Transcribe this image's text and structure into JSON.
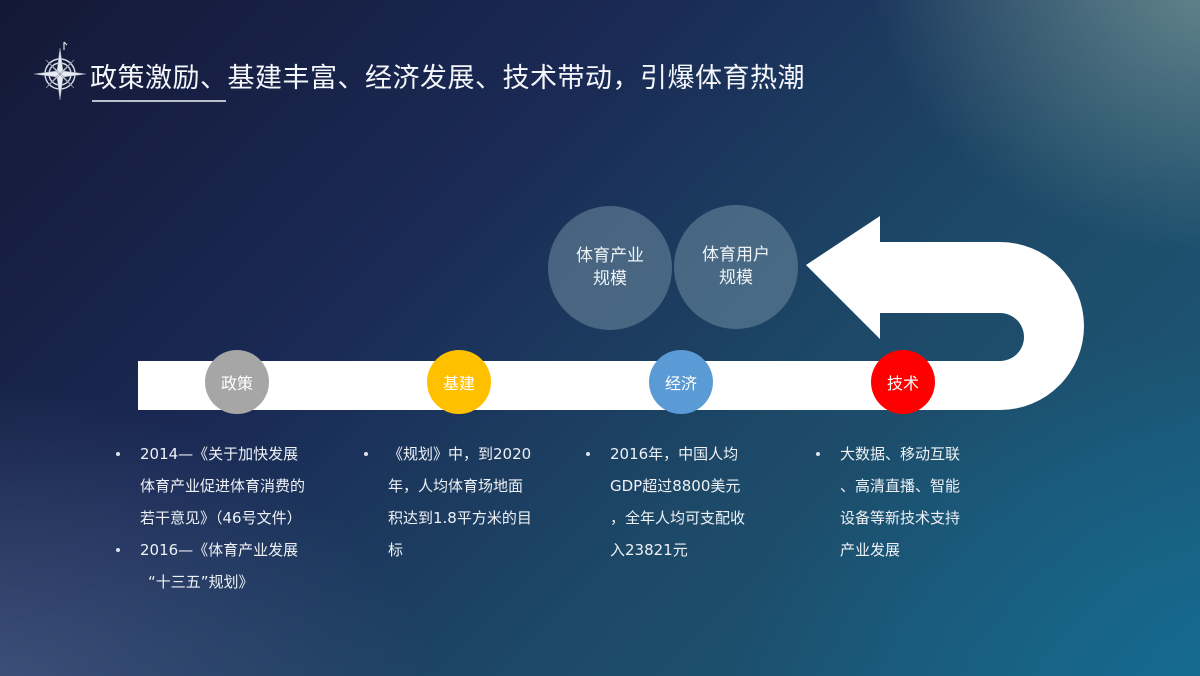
{
  "slide": {
    "title": "政策激励、基建丰富、经济发展、技术带动，引爆体育热潮",
    "icons": {
      "logo": "compass-rose-icon"
    },
    "colors": {
      "road": "#ffffff",
      "bubble": "#6e8ca0",
      "policy": "#a6a6a6",
      "infrastructure": "#ffc000",
      "economy": "#5b9bd5",
      "technology": "#ff0000"
    }
  },
  "outcomes": [
    {
      "line1": "体育产业",
      "line2": "规模"
    },
    {
      "line1": "体育用户",
      "line2": "规模"
    }
  ],
  "nodes": [
    {
      "label": "政策"
    },
    {
      "label": "基建"
    },
    {
      "label": "经济"
    },
    {
      "label": "技术"
    }
  ],
  "columns": {
    "policy": {
      "items": [
        {
          "lines": [
            "2014—《关于加快发展",
            "体育产业促进体育消费的",
            "若干意见》（46号文件）"
          ]
        },
        {
          "lines": [
            "2016—《体育产业发展",
            "“十三五”规划》"
          ]
        }
      ]
    },
    "infrastructure": {
      "items": [
        {
          "lines": [
            "《规划》中，到2020",
            "年，人均体育场地面",
            "积达到1.8平方米的目",
            "标"
          ]
        }
      ]
    },
    "economy": {
      "items": [
        {
          "lines": [
            "2016年，中国人均",
            "GDP超过8800美元",
            "，全年人均可支配收",
            "入23821元"
          ]
        }
      ]
    },
    "technology": {
      "items": [
        {
          "lines": [
            "大数据、移动互联",
            "、高清直播、智能",
            "设备等新技术支持",
            "产业发展"
          ]
        }
      ]
    }
  }
}
